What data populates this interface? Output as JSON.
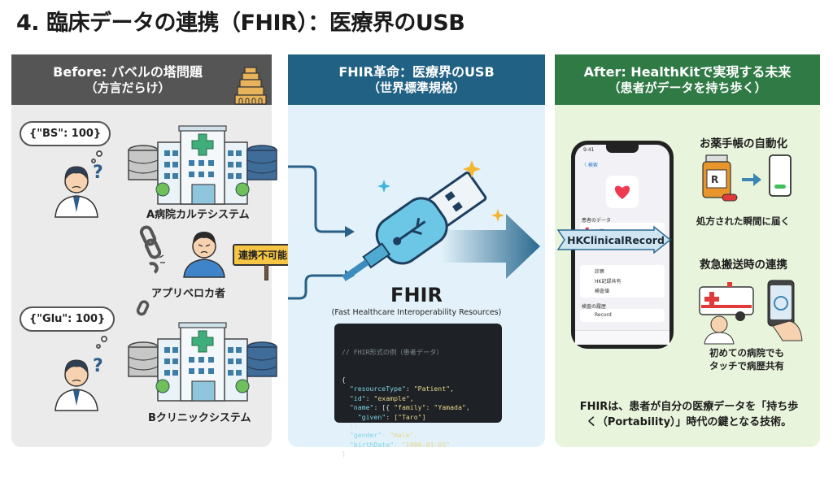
{
  "title": "4. 臨床データの連携（FHIR）：医療界のUSB",
  "panels": {
    "before": {
      "heading": "Before: バベルの塔問題",
      "subheading": "（方言だらけ）",
      "icon": "tower-of-babel-icon",
      "doctor_a_bubble": "{\"BS\": 100}",
      "hospital_a_label": "A病院カルテシステム",
      "developer_label": "アプリベロカ者",
      "sign_label": "連携不可能",
      "doctor_b_bubble": "{\"Glu\": 100}",
      "hospital_b_label": "Bクリニックシステム",
      "accent": "#555555"
    },
    "fhir": {
      "heading": "FHIR革命：医療界のUSB",
      "subheading": "（世界標準規格）",
      "name": "FHIR",
      "full_name": "(Fast Healthcare Interoperability Resources)",
      "code_comment": "// FHIR形式の例（患者データ）",
      "code_lines": [
        {
          "indent": "",
          "key": "",
          "sep": "{",
          "value": ""
        },
        {
          "indent": "  ",
          "key": "\"resourceType\"",
          "sep": ": ",
          "value": "\"Patient\","
        },
        {
          "indent": "  ",
          "key": "\"id\"",
          "sep": ": ",
          "value": "\"example\","
        },
        {
          "indent": "  ",
          "key": "\"name\"",
          "sep": ": [{ ",
          "value": "\"family\": \"Yamada\","
        },
        {
          "indent": "    ",
          "key": "\"given\"",
          "sep": ": ",
          "value": "[\"Taro\"]"
        },
        {
          "indent": "  ",
          "key": "",
          "sep": "}],",
          "value": ""
        },
        {
          "indent": "  ",
          "key": "\"gender\"",
          "sep": ": ",
          "value": "\"male\","
        },
        {
          "indent": "  ",
          "key": "\"birthDate\"",
          "sep": ": ",
          "value": "\"1980-01-01\""
        },
        {
          "indent": "",
          "key": "",
          "sep": "}",
          "value": ""
        }
      ],
      "accent": "#216184"
    },
    "after": {
      "heading": "After: HealthKitで実現する未来",
      "subheading": "（患者がデータを持ち歩く）",
      "banner": "HKClinicalRecord",
      "phone": {
        "time": "9:41",
        "back": "〈 検索",
        "section1": "患者のデータ",
        "rows1": [
          "心臓",
          "",
          "",
          "",
          "",
          ""
        ],
        "rows2": [
          "診察",
          "HK記録共有",
          "検査値"
        ],
        "section2": "検査の履歴",
        "rows3": [
          "Record"
        ]
      },
      "feature1": {
        "title": "お薬手帳の自動化",
        "desc": "処方された瞬間に届く"
      },
      "feature2": {
        "title": "救急搬送時の連携",
        "desc_line1": "初めての病院でも",
        "desc_line2": "タッチで病歴共有"
      },
      "footer_line1": "FHIRは、患者が自分の医療データを「持ち歩",
      "footer_line2": "く（Portability）」時代の鍵となる技術。",
      "accent": "#2f7a45"
    }
  }
}
